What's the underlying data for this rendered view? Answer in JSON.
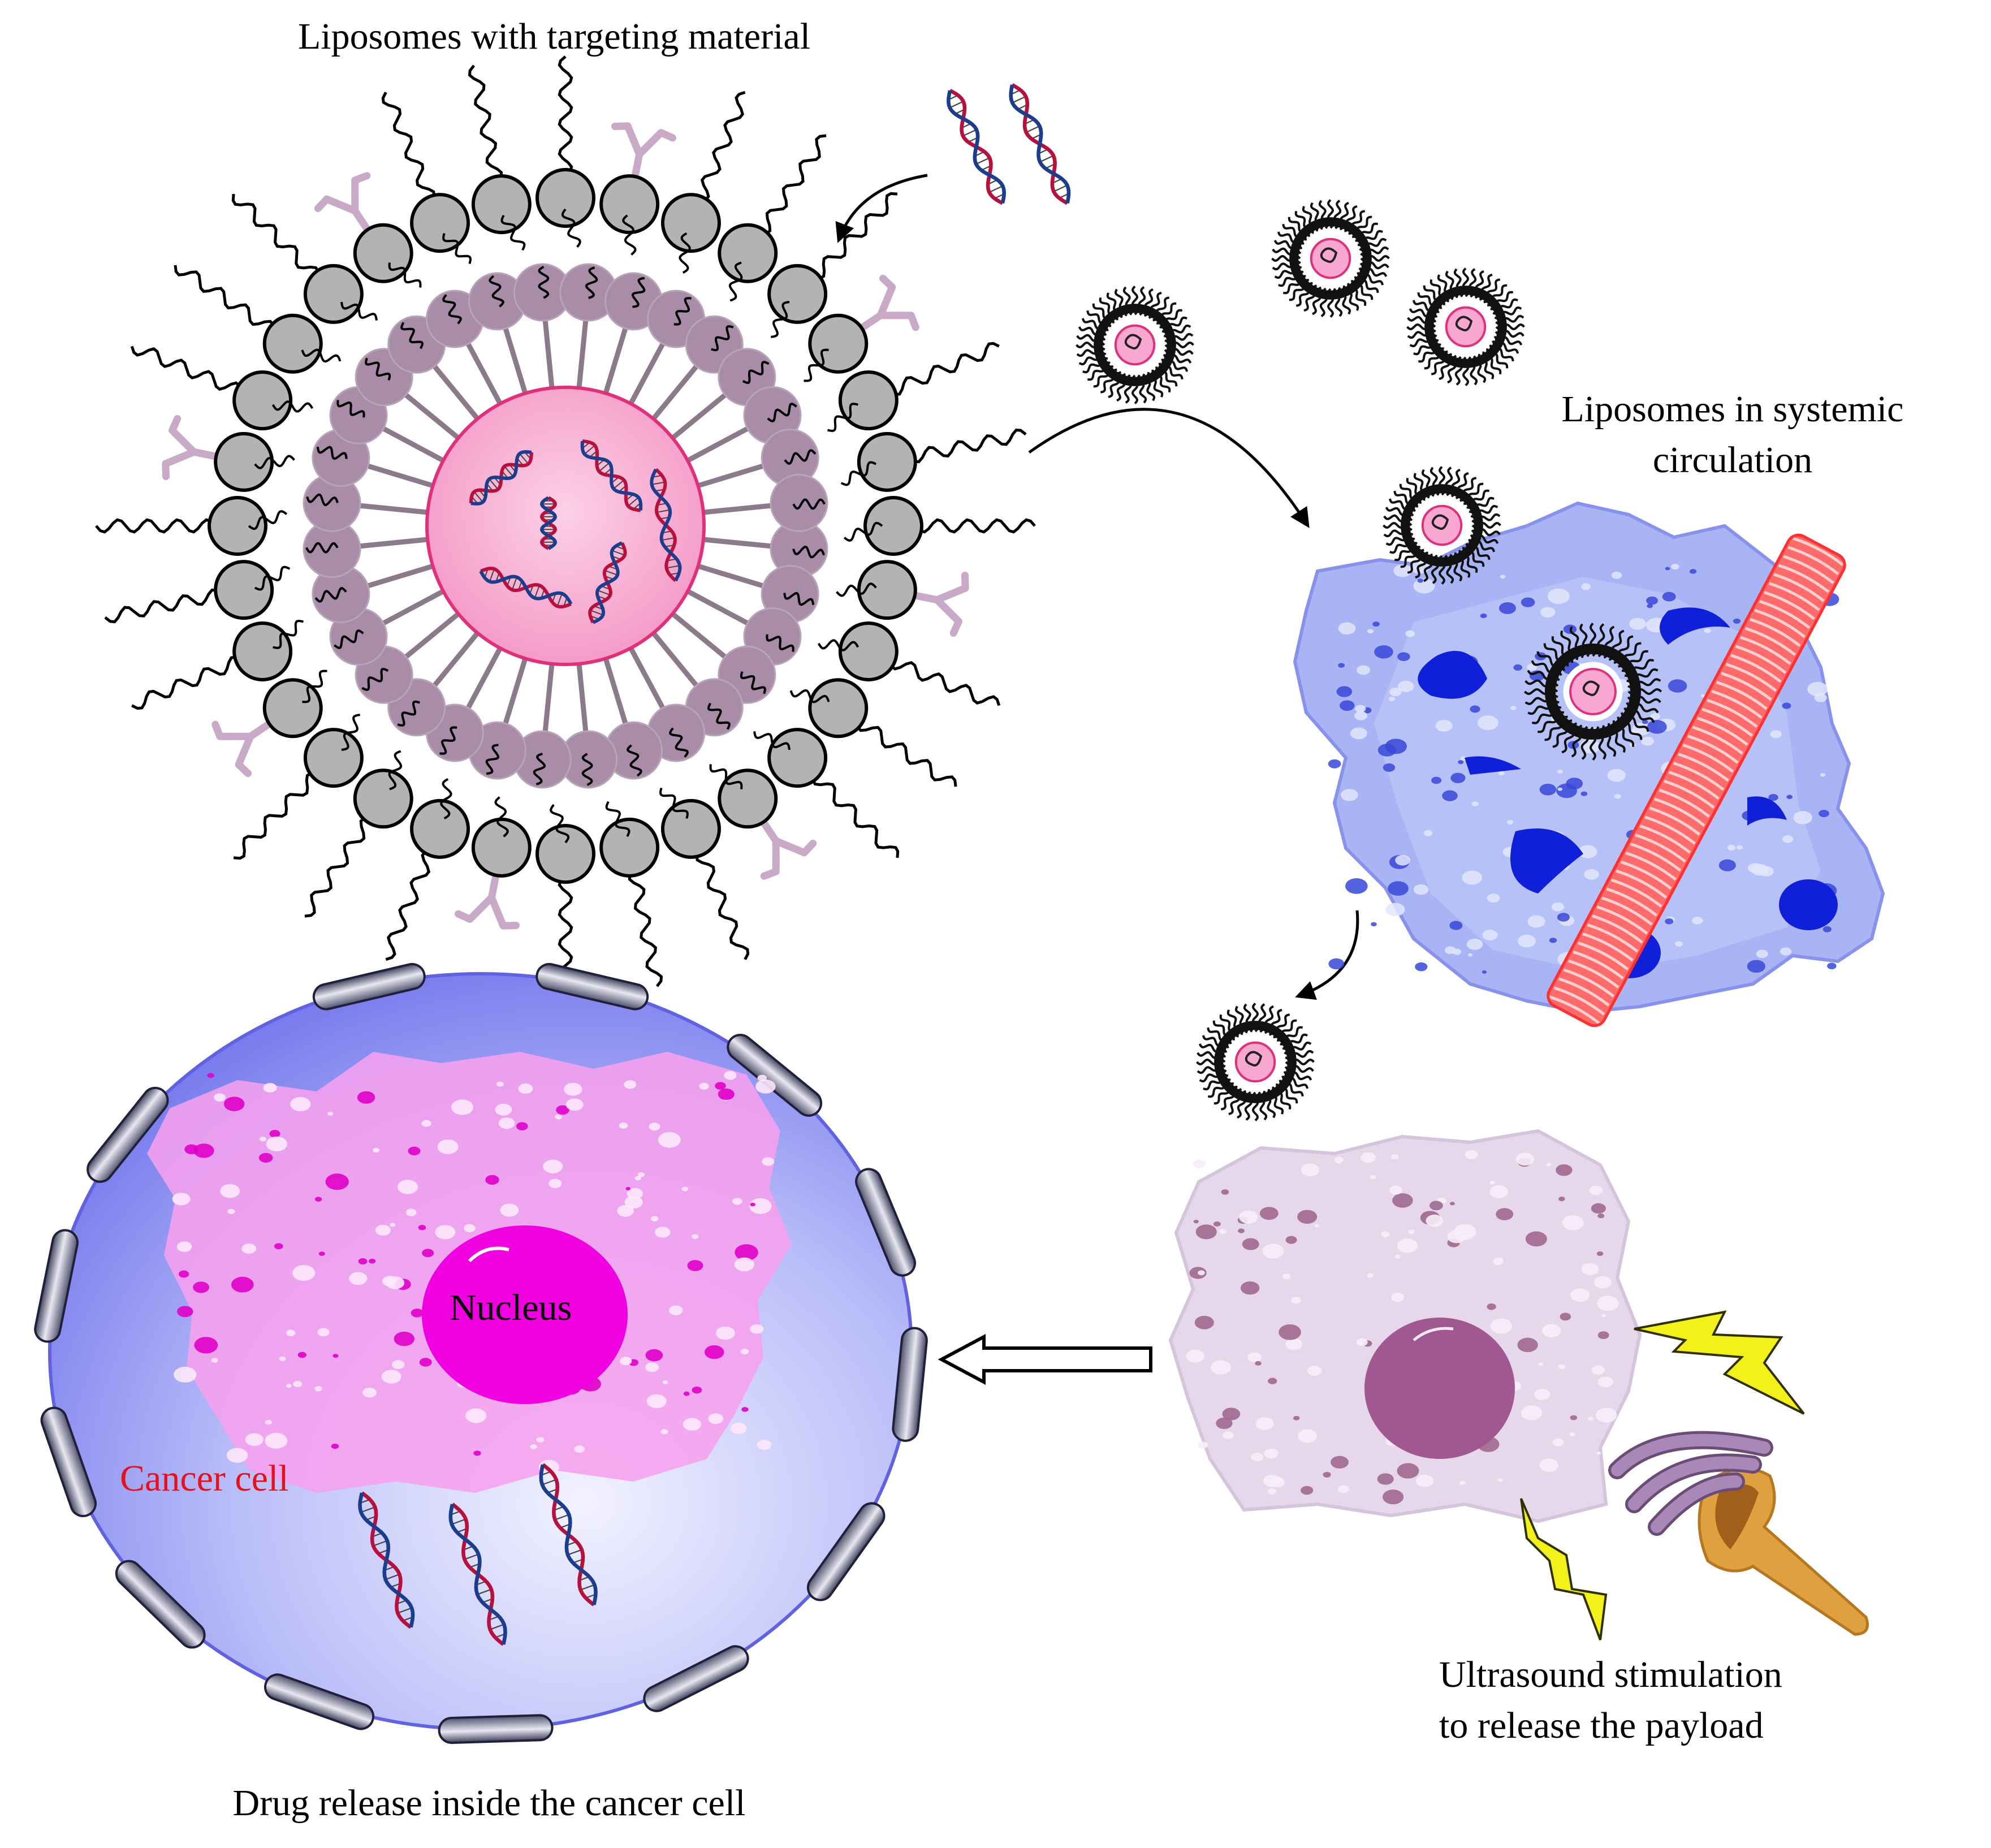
{
  "labels": {
    "title_liposome": "Liposomes with targeting material",
    "circulation_line1": "Liposomes in systemic",
    "circulation_line2": "circulation",
    "ultrasound_line1": "Ultrasound stimulation",
    "ultrasound_line2": "to release the payload",
    "nucleus": "Nucleus",
    "cancer_cell": "Cancer cell",
    "drug_release": "Drug release inside the cancer cell"
  },
  "colors": {
    "head_gray": "#b3b3b3",
    "inner_head": "#a88ca8",
    "core_pink": "#f8a8d0",
    "core_border": "#e0307c",
    "tissue_blue": "#a8b4f4",
    "nucleus_blue": "#1020d8",
    "vessel_red": "#ff4848",
    "cell_lavender": "#e6d8ea",
    "cell_nucleus": "#a05890",
    "cancer_sphere": "#8c90f0",
    "cancer_cytoplasm": "#f6a0ee",
    "cancer_nucleus": "#f000e0",
    "lightning": "#f2f21a",
    "transducer": "#e0a040",
    "membrane_gray": "#9898a8",
    "dna_red": "#b8103c",
    "dna_blue": "#1c3c8c"
  }
}
